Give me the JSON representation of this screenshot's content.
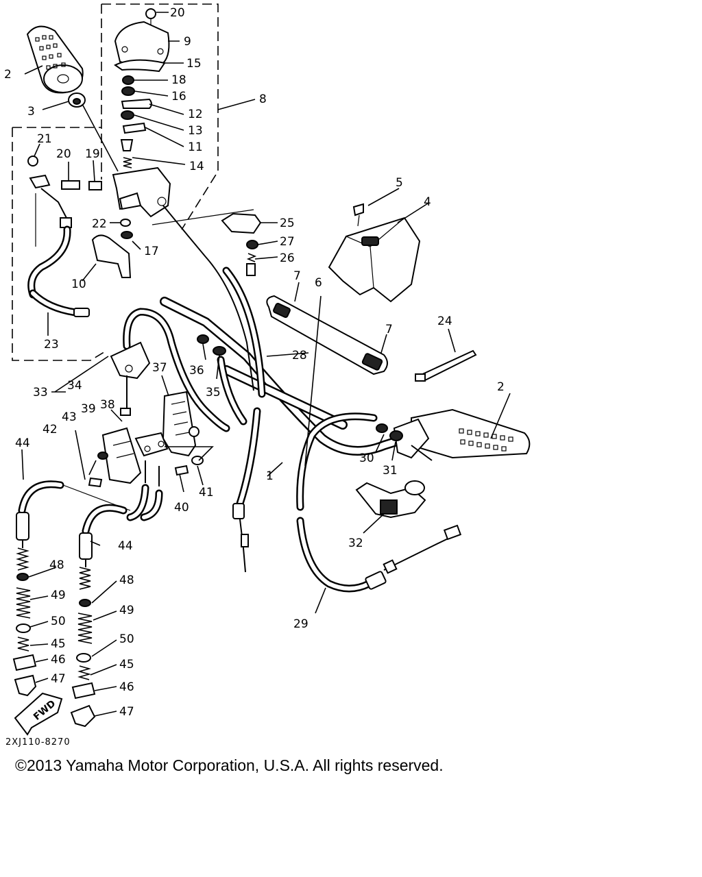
{
  "diagram": {
    "part_labels": [
      "1",
      "2",
      "3",
      "4",
      "5",
      "6",
      "7",
      "8",
      "9",
      "10",
      "11",
      "12",
      "13",
      "14",
      "15",
      "16",
      "17",
      "18",
      "19",
      "20",
      "21",
      "22",
      "23",
      "24",
      "25",
      "26",
      "27",
      "28",
      "29",
      "30",
      "31",
      "32",
      "33",
      "34",
      "35",
      "36",
      "37",
      "38",
      "39",
      "40",
      "41",
      "42",
      "43",
      "44",
      "45",
      "46",
      "47",
      "48",
      "49",
      "50"
    ],
    "badge_text": "FWD",
    "drawing_code": "2XJ110-8270",
    "copyright": "©2013 Yamaha Motor Corporation, U.S.A. All rights reserved."
  }
}
